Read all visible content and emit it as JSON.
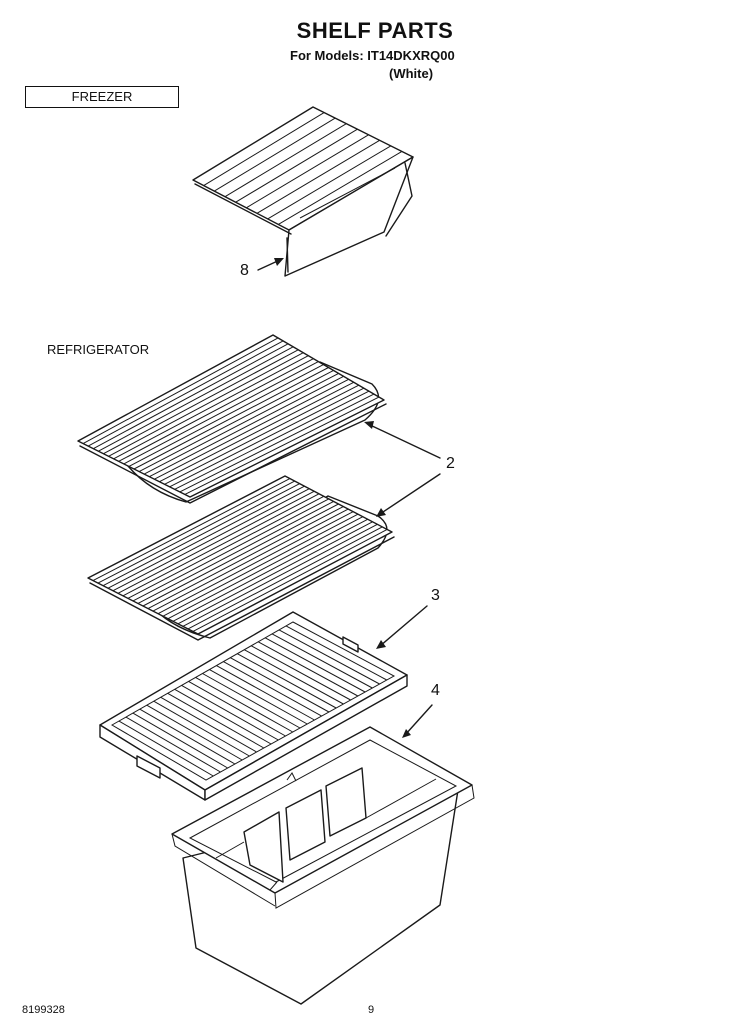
{
  "header": {
    "title": "SHELF PARTS",
    "models_line": "For Models: IT14DKXRQ00",
    "variant_line": "(White)"
  },
  "sections": {
    "freezer_label": "FREEZER",
    "refrigerator_label": "REFRIGERATOR"
  },
  "callouts": {
    "freezer_shelf": "8",
    "wire_shelves": "2",
    "crisper_cover": "3",
    "crisper_pan": "4"
  },
  "footer": {
    "document_number": "8199328",
    "page_number": "9"
  }
}
